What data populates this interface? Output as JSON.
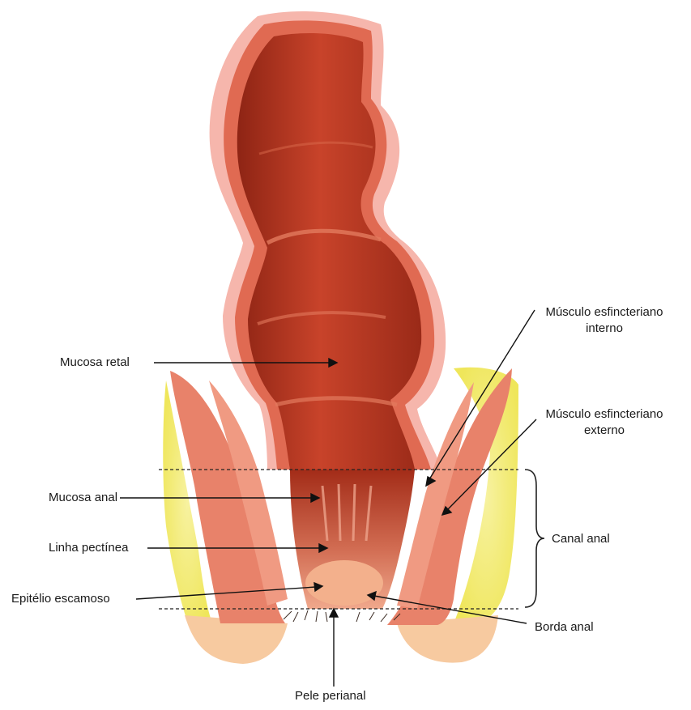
{
  "labels": {
    "mucosa_retal": "Mucosa retal",
    "mucosa_anal": "Mucosa anal",
    "linha_pectinea": "Linha pectínea",
    "epitelio_escamoso": "Epitélio escamoso",
    "pele_perianal": "Pele perianal",
    "borda_anal": "Borda anal",
    "canal_anal": "Canal anal",
    "musculo_interno_line1": "Músculo esfincteriano",
    "musculo_interno_line2": "interno",
    "musculo_externo_line1": "Músculo esfincteriano",
    "musculo_externo_line2": "externo"
  },
  "colors": {
    "fat": "#f2ec6a",
    "fat_light": "#f7f3a8",
    "muscle": "#e0725a",
    "muscle_light": "#f0a08c",
    "lumen_dark": "#9c2a1a",
    "lumen": "#c23a22",
    "mucosa_edge": "#f08070",
    "skin": "#f3b08c",
    "serosa": "#f6b6ac"
  }
}
